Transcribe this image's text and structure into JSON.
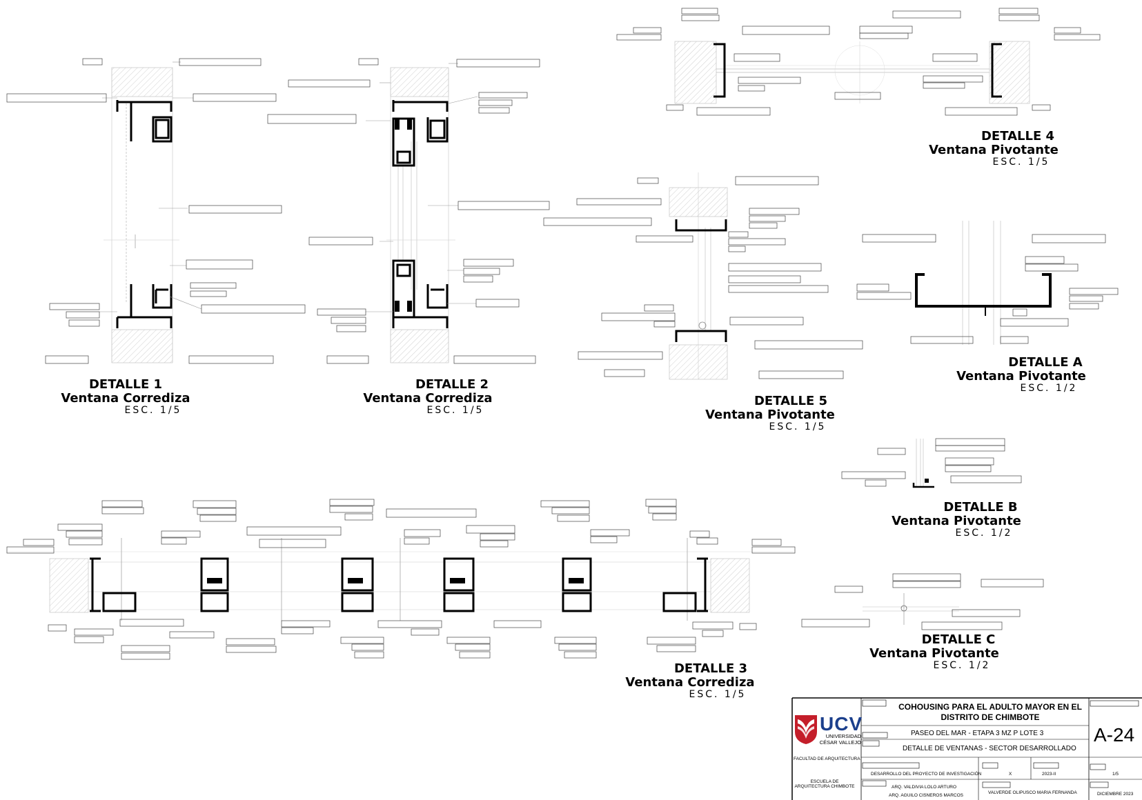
{
  "details": [
    {
      "id": "detalle-1",
      "number": "DETALLE 1",
      "name": "Ventana Corrediza",
      "scale": "ESC. 1/5"
    },
    {
      "id": "detalle-2",
      "number": "DETALLE 2",
      "name": "Ventana Corrediza",
      "scale": "ESC. 1/5"
    },
    {
      "id": "detalle-3",
      "number": "DETALLE 3",
      "name": "Ventana Corrediza",
      "scale": "ESC. 1/5"
    },
    {
      "id": "detalle-4",
      "number": "DETALLE 4",
      "name": "Ventana Pivotante",
      "scale": "ESC. 1/5"
    },
    {
      "id": "detalle-5",
      "number": "DETALLE 5",
      "name": "Ventana Pivotante",
      "scale": "ESC. 1/5"
    },
    {
      "id": "detalle-a",
      "number": "DETALLE A",
      "name": "Ventana Pivotante",
      "scale": "ESC. 1/2"
    },
    {
      "id": "detalle-b",
      "number": "DETALLE B",
      "name": "Ventana Pivotante",
      "scale": "ESC. 1/2"
    },
    {
      "id": "detalle-c",
      "number": "DETALLE C",
      "name": "Ventana Pivotante",
      "scale": "ESC. 1/2"
    }
  ],
  "title_block": {
    "logo": "UCV",
    "university": "UNIVERSIDAD CÉSAR VALLEJO",
    "faculty": "FACULTAD DE ARQUITECTURA",
    "school": "ESCUELA DE ARQUITECTURA CHIMBOTE",
    "project": "COHOUSING PARA EL ADULTO MAYOR EN EL DISTRITO DE CHIMBOTE",
    "location": "PASEO DEL MAR - ETAPA 3 MZ P LOTE 3",
    "sheet_description": "DETALLE DE VENTANAS - SECTOR DESARROLLADO",
    "course": "DESARROLLO DEL PROYECTO DE INVESTIGACIÓN",
    "mark": "X",
    "semester": "2023-II",
    "scale": "1/5",
    "advisor_1": "ARQ. VALDIVIA LOLO ARTURO",
    "advisor_2": "ARQ. AGUILO CISNEROS MARCOS",
    "student": "VALVERDE OLIPUSCO MARIA FERNANDA",
    "date": "DICIEMBRE 2023",
    "sheet_number": "A-24"
  }
}
